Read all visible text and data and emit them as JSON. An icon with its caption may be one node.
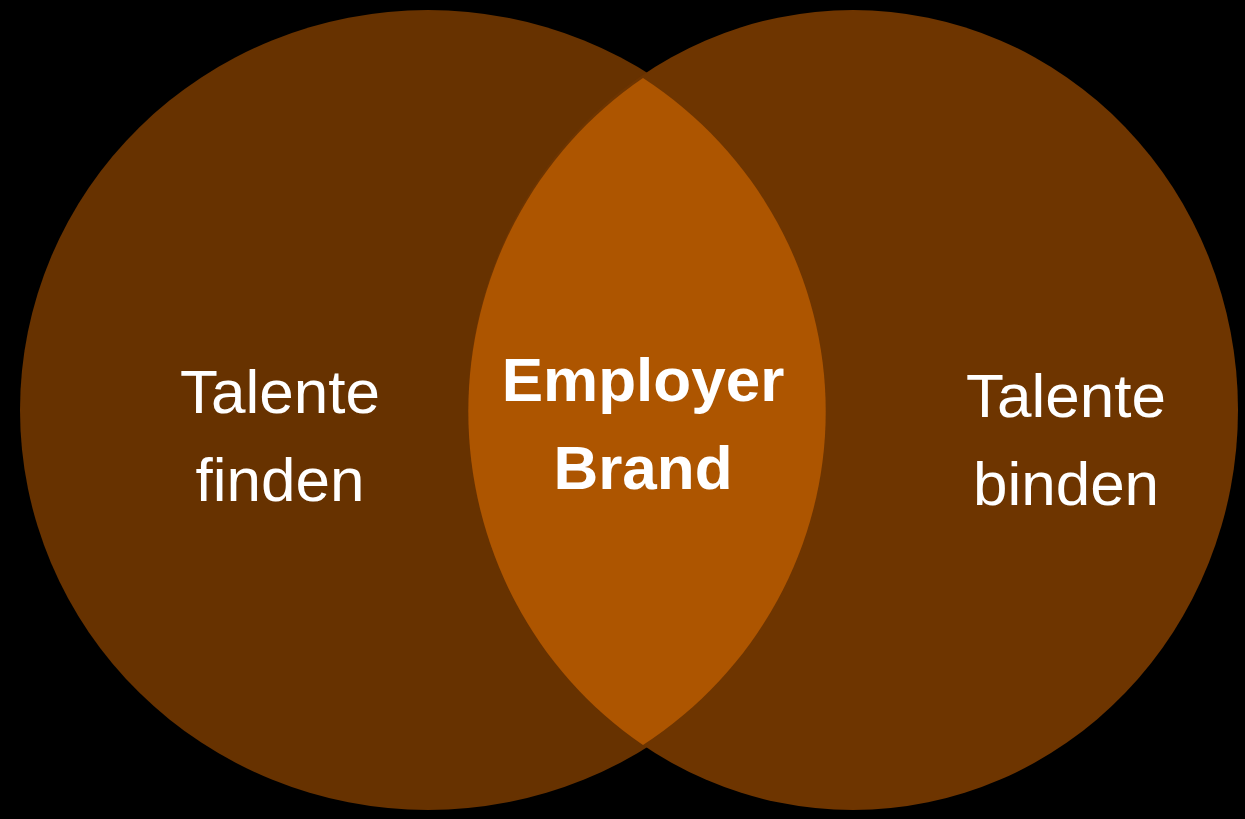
{
  "diagram": {
    "nodes": [
      {
        "text": [
          "Talente finden"
        ]
      },
      {
        "text": [
          "Employer Brand"
        ]
      },
      {
        "text": [
          "Talente binden"
        ]
      }
    ]
  }
}
